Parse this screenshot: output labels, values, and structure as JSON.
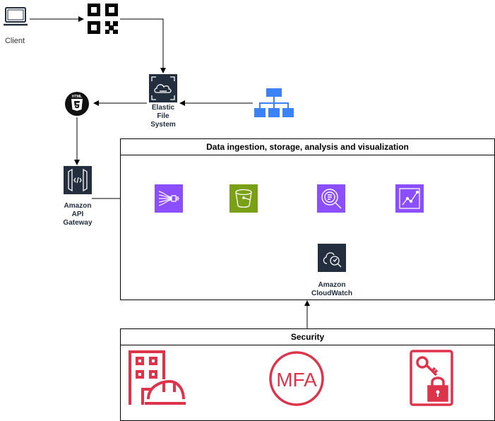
{
  "diagram": {
    "nodes": {
      "client": {
        "label": "Client",
        "icon": "desktop-client-icon"
      },
      "qr": {
        "icon": "qr-code-icon"
      },
      "efs": {
        "label": "Elastic\nFile\nSystem",
        "icon": "elastic-file-system-icon"
      },
      "network": {
        "icon": "network-hierarchy-icon"
      },
      "html5": {
        "icon": "html5-icon"
      },
      "api_gateway": {
        "label": "Amazon\nAPI\nGateway",
        "icon": "api-gateway-icon"
      },
      "firehose": {
        "icon": "kinesis-firehose-icon"
      },
      "s3": {
        "icon": "s3-bucket-icon"
      },
      "analytics": {
        "icon": "analytics-search-icon"
      },
      "visualization": {
        "icon": "quicksight-chart-icon"
      },
      "cloudwatch": {
        "label": "Amazon\nCloudWatch",
        "icon": "cloudwatch-icon"
      },
      "security_building": {
        "icon": "organization-building-icon"
      },
      "mfa": {
        "label": "MFA",
        "icon": "mfa-token-icon"
      },
      "key_vault": {
        "icon": "key-vault-icon"
      }
    },
    "groups": {
      "data": {
        "title": "Data ingestion, storage, analysis and visualization"
      },
      "security": {
        "title": "Security"
      }
    },
    "colors": {
      "aws_dark": "#232f3e",
      "analytics_purple": "#8c4fff",
      "storage_green": "#7aa116",
      "security_red": "#dd344c",
      "network_blue": "#3b82f6",
      "html5_black": "#111111"
    }
  }
}
